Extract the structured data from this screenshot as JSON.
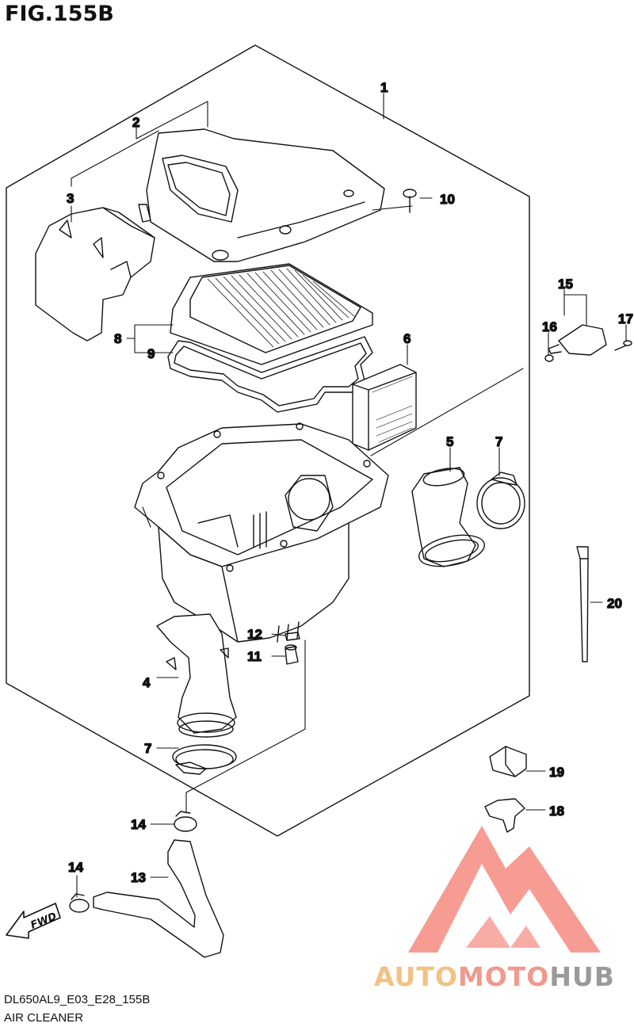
{
  "figure": {
    "title": "FIG.155B"
  },
  "callouts": {
    "c1": "1",
    "c2": "2",
    "c3": "3",
    "c4": "4",
    "c5": "5",
    "c6": "6",
    "c7a": "7",
    "c7b": "7",
    "c8": "8",
    "c9": "9",
    "c10": "10",
    "c11": "11",
    "c12": "12",
    "c13": "13",
    "c14a": "14",
    "c14b": "14",
    "c15": "15",
    "c16": "16",
    "c17": "17",
    "c18": "18",
    "c19": "19",
    "c20": "20"
  },
  "fwd_label": "FWD",
  "footer": {
    "code": "DL650AL9_E03_E28_155B",
    "name": "AIR CLEANER"
  },
  "watermark": {
    "part1": "AUTO",
    "part2": "MOTO",
    "part3": "HUB"
  },
  "colors": {
    "ink": "#111111",
    "watermark_red": "#ee4a3a",
    "watermark_orange": "#f2c184",
    "watermark_gray": "#9a9a9a"
  }
}
